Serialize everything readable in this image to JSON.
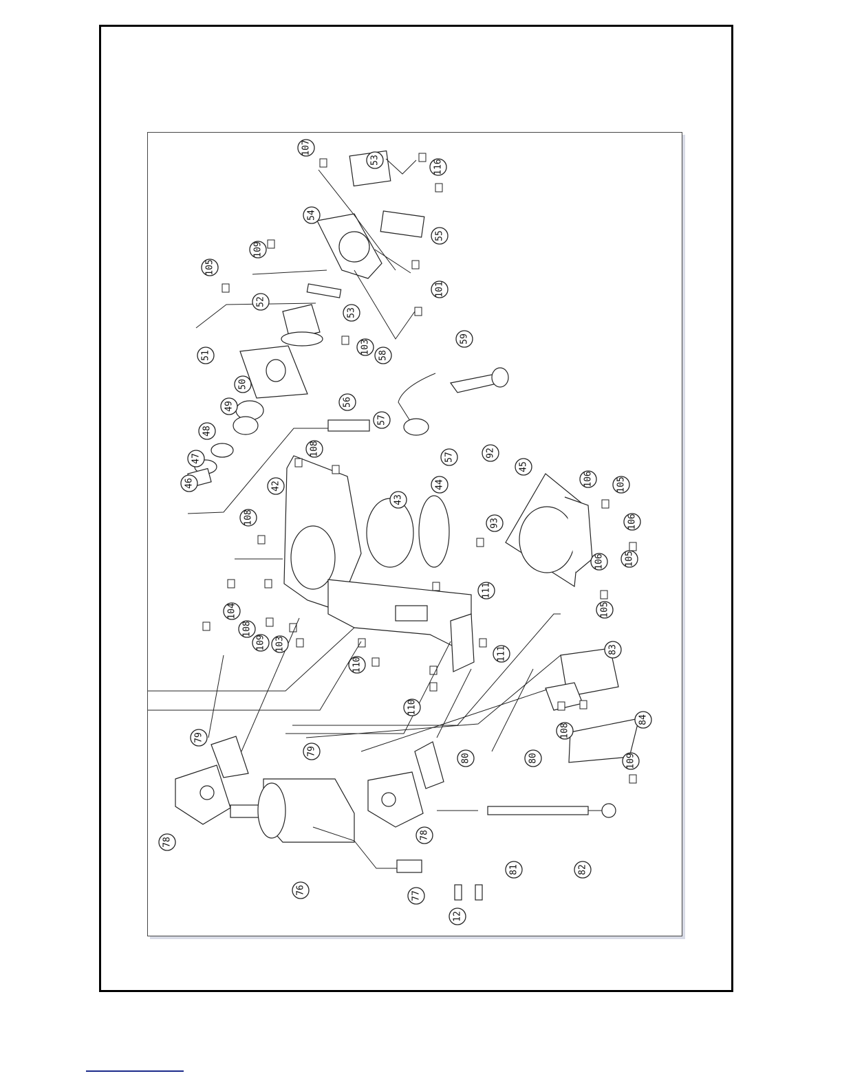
{
  "diagram": {
    "labels": [
      "107",
      "53",
      "116",
      "54",
      "55",
      "109",
      "105",
      "101",
      "52",
      "53",
      "103",
      "51",
      "58",
      "59",
      "50",
      "49",
      "56",
      "57",
      "48",
      "57",
      "47",
      "92",
      "46",
      "108",
      "42",
      "45",
      "43",
      "44",
      "106",
      "105",
      "108",
      "93",
      "106",
      "105",
      "104",
      "106",
      "111",
      "105",
      "108",
      "109",
      "103",
      "110",
      "111",
      "83",
      "110",
      "108",
      "84",
      "79",
      "80",
      "79",
      "80",
      "109",
      "78",
      "78",
      "76",
      "81",
      "82",
      "77",
      "12"
    ]
  },
  "colors": {
    "frame": "#000000",
    "panel_shadow": "#d8dbe6",
    "footer_rule": "#1a2a8a"
  }
}
